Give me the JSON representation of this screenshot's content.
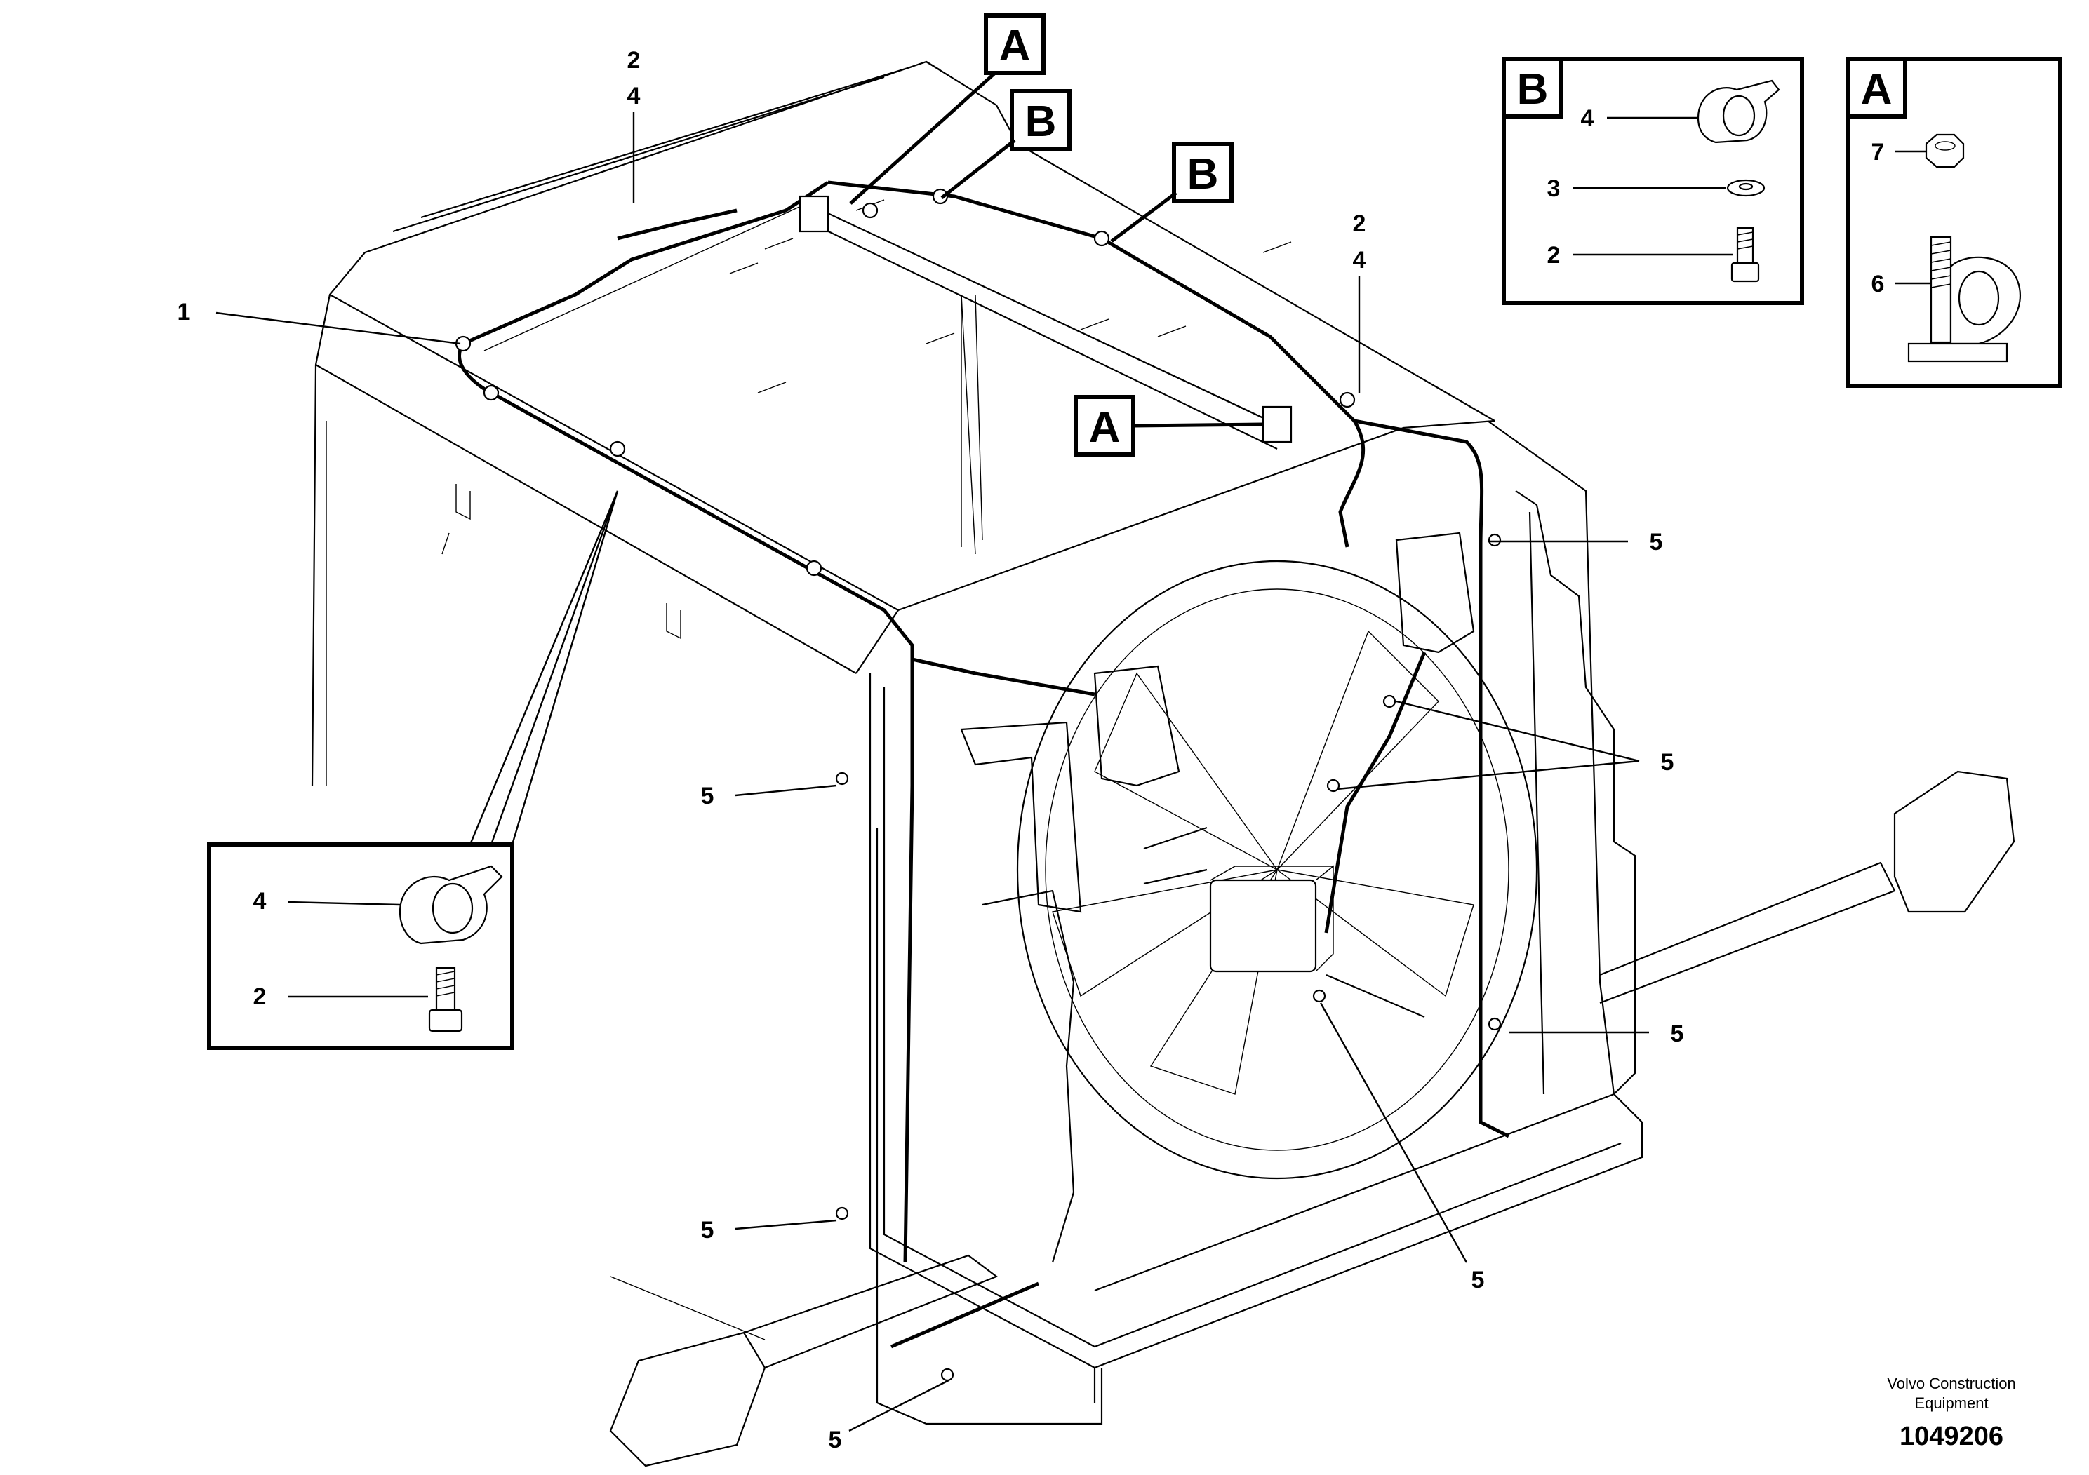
{
  "callouts": {
    "c1": "1",
    "c2_top": "2",
    "c4_top": "4",
    "c2_right": "2",
    "c4_right": "4",
    "c5_a": "5",
    "c5_b": "5",
    "c5_c": "5",
    "c5_d": "5",
    "c5_e": "5",
    "c5_f": "5",
    "c5_g": "5"
  },
  "reference_tags": {
    "a_top": "A",
    "b_top": "B",
    "b_mid": "B",
    "a_mid": "A"
  },
  "detail_clamp": {
    "part_4": "4",
    "part_2": "2"
  },
  "detail_b": {
    "letter": "B",
    "part_4": "4",
    "part_3": "3",
    "part_2": "2"
  },
  "detail_a": {
    "letter": "A",
    "part_7": "7",
    "part_6": "6"
  },
  "footer": {
    "company_line1": "Volvo Construction",
    "company_line2": "Equipment",
    "drawing_number": "1049206"
  }
}
